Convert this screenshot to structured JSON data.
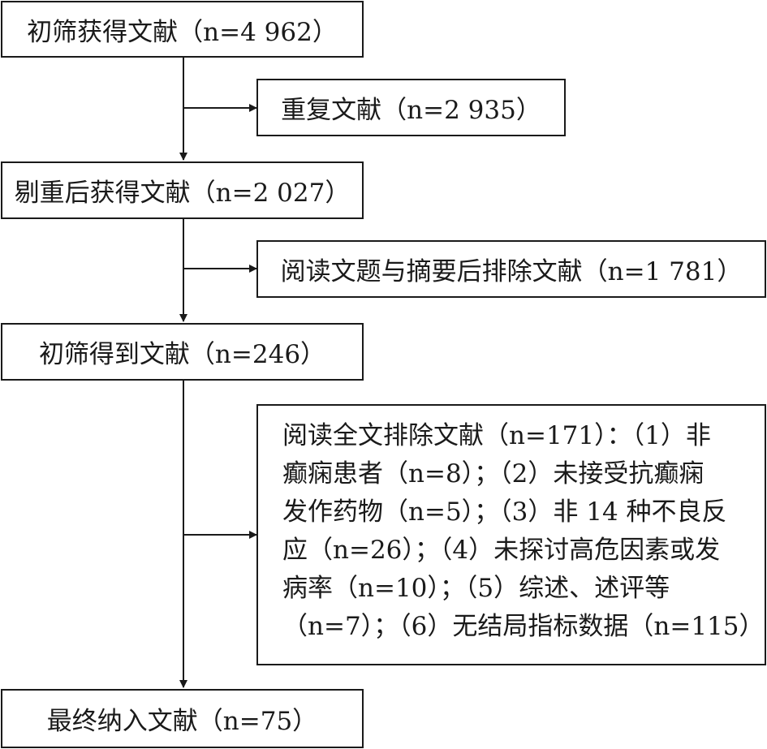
{
  "boxes": {
    "initial": "初筛获得文献（n=4 962）",
    "duplicates": "重复文献（n=2 935）",
    "after_dedup": "剔重后获得文献（n=2 027）",
    "excluded_title_abstract": "阅读文题与摘要后排除文献（n=1 781）",
    "screened": "初筛得到文献（n=246）",
    "excluded_fulltext_lines": [
      "阅读全文排除文献（n=171）：（1）非",
      "癫痫患者（n=8）；（2）未接受抗癫痫",
      "发作药物（n=5）；（3）非 14 种不良反",
      "应（n=26）；（4）未探讨高危因素或发",
      "病率（n=10）；（5）综述、述评等",
      "（n=7）；（6）无结局指标数据（n=115）"
    ],
    "included": "最终纳入文献（n=75）"
  },
  "colors": {
    "line": "#1a1a1a",
    "background": "#ffffff"
  }
}
